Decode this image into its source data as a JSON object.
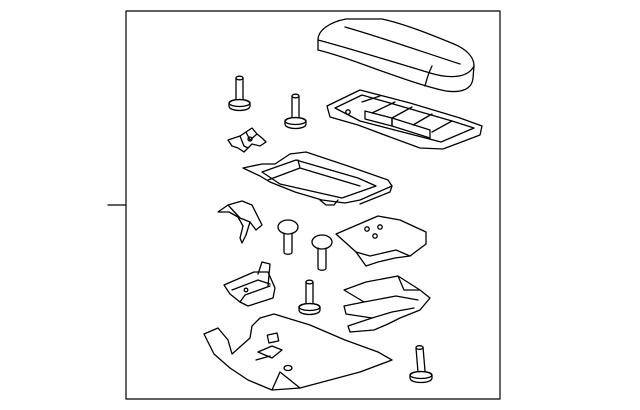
{
  "diagram": {
    "type": "exploded-parts-diagram",
    "line_color": "#000000",
    "background": "#ffffff",
    "parts": [
      "armrest-lid",
      "lid-inner-panel",
      "bolt",
      "bolt",
      "latch",
      "storage-tray",
      "bracket",
      "bolt",
      "bolt",
      "side-panel",
      "hinge",
      "bolt",
      "trim-panel",
      "base-panel",
      "bolt"
    ]
  }
}
